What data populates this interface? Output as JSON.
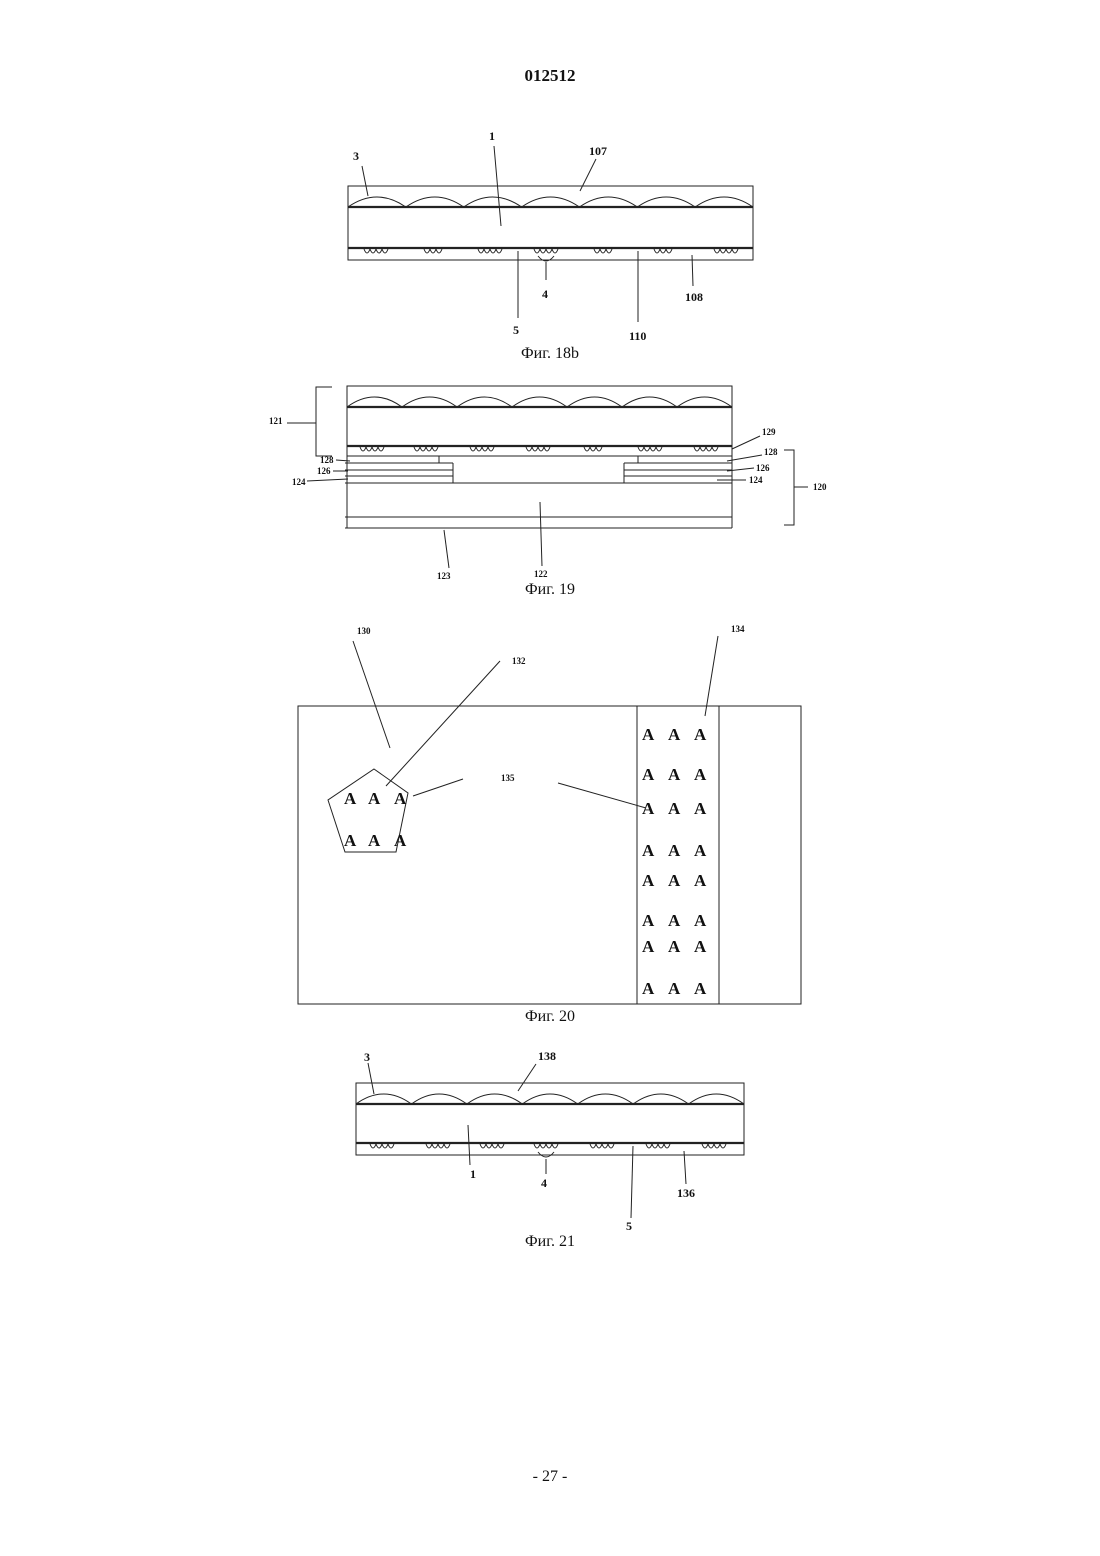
{
  "header": {
    "doc_number": "012512"
  },
  "footer": {
    "page_number": "- 27 -"
  },
  "fig18b": {
    "caption": "Фиг. 18b",
    "labels": {
      "l3": "3",
      "l1": "1",
      "l107": "107",
      "l4": "4",
      "l5": "5",
      "l110": "110",
      "l108": "108"
    }
  },
  "fig19": {
    "caption": "Фиг. 19",
    "labels": {
      "l121": "121",
      "l128a": "128",
      "l126a": "126",
      "l124a": "124",
      "l129": "129",
      "l128b": "128",
      "l126b": "126",
      "l124b": "124",
      "l120": "120",
      "l123": "123",
      "l122": "122"
    }
  },
  "fig20": {
    "caption": "Фиг. 20",
    "labels": {
      "l130": "130",
      "l132": "132",
      "l134": "134",
      "l135": "135"
    },
    "glyph": "A"
  },
  "fig21": {
    "caption": "Фиг. 21",
    "labels": {
      "l3": "3",
      "l138": "138",
      "l1": "1",
      "l4": "4",
      "l136": "136",
      "l5": "5"
    }
  }
}
